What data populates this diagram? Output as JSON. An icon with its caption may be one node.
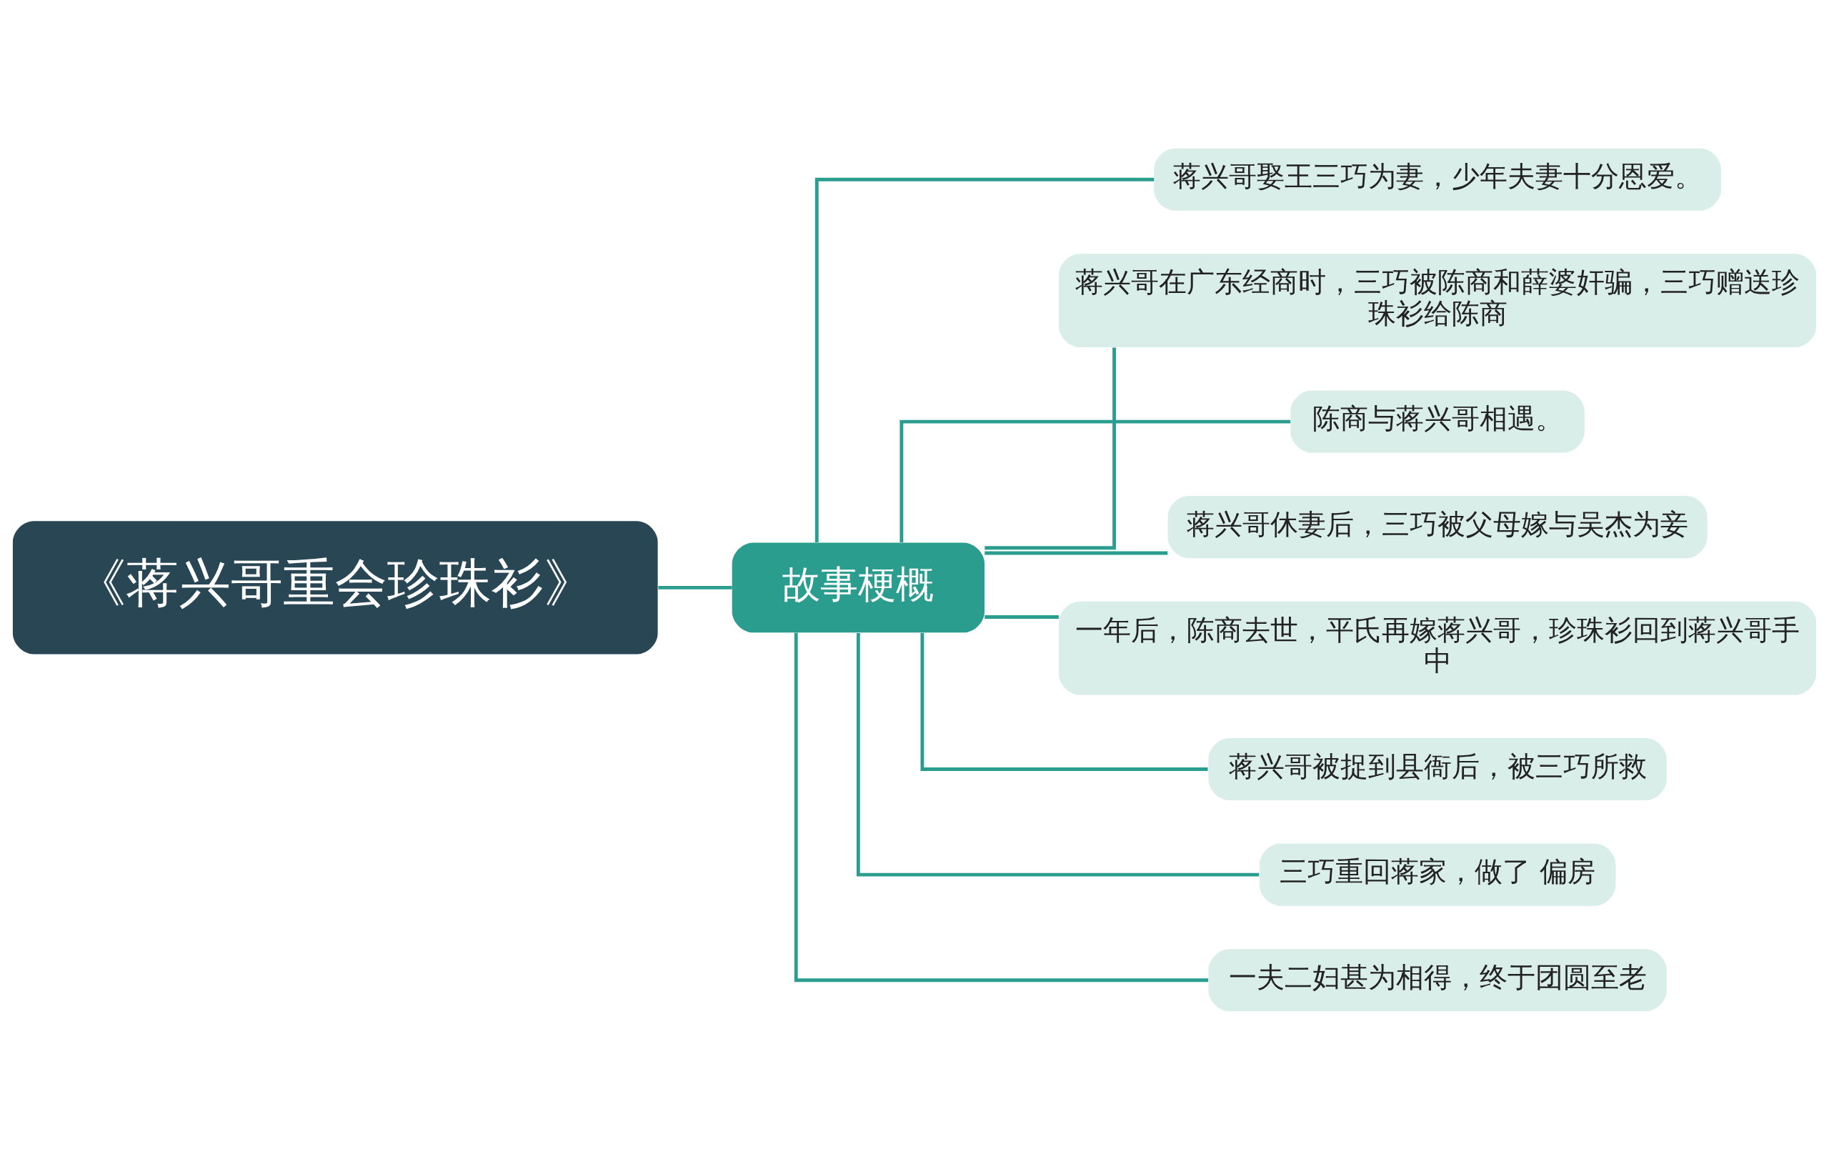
{
  "diagram": {
    "nodes": [
      {
        "text": [
          "《蒋兴哥重会珍珠衫》"
        ]
      },
      {
        "text": [
          "故事梗概"
        ]
      },
      {
        "text": [
          "蒋兴哥娶王三巧为妻，少年夫妻十分恩爱。"
        ]
      },
      {
        "text": [
          "蒋兴哥在广东经商时，三巧被陈商和薛婆奸骗，三巧赠送珍珠衫给陈商"
        ]
      },
      {
        "text": [
          "陈商与蒋兴哥相遇。"
        ]
      },
      {
        "text": [
          "蒋兴哥休妻后，三巧被父母嫁与吴杰为妾"
        ]
      },
      {
        "text": [
          "一年后，陈商去世，平氏再嫁蒋兴哥，珍珠衫回到蒋兴哥手中"
        ]
      },
      {
        "text": [
          "蒋兴哥被捉到县衙后，被三巧所救"
        ]
      },
      {
        "text": [
          "三巧重回蒋家，做了 偏房"
        ]
      },
      {
        "text": [
          "一夫二妇甚为相得，终于团圆至老"
        ]
      }
    ],
    "edges": [
      {
        "from": 0,
        "to": 1,
        "arrow": "none"
      },
      {
        "from": 1,
        "to": 2,
        "arrow": "none"
      },
      {
        "from": 1,
        "to": 3,
        "arrow": "none"
      },
      {
        "from": 1,
        "to": 4,
        "arrow": "none"
      },
      {
        "from": 1,
        "to": 5,
        "arrow": "none"
      },
      {
        "from": 1,
        "to": 6,
        "arrow": "none"
      },
      {
        "from": 1,
        "to": 7,
        "arrow": "none"
      },
      {
        "from": 1,
        "to": 8,
        "arrow": "none"
      },
      {
        "from": 1,
        "to": 9,
        "arrow": "none"
      }
    ]
  }
}
